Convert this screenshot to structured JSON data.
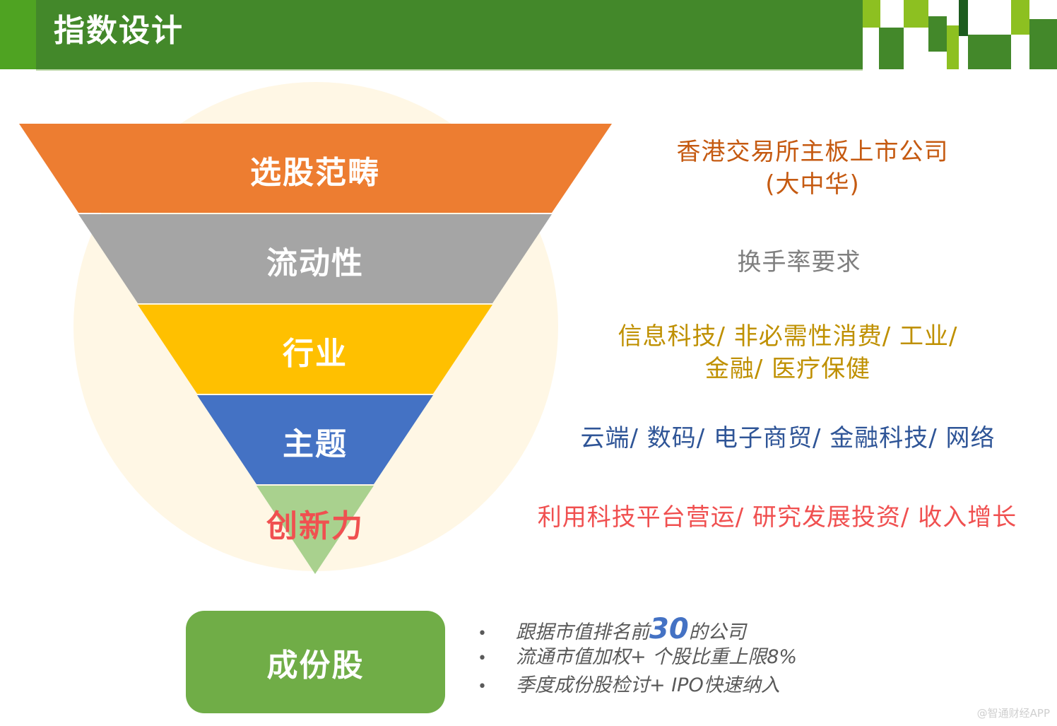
{
  "header": {
    "title": "指数设计",
    "colors": {
      "band": "#43882a",
      "accent": "#4fa322",
      "light": "#8dc021",
      "darkest": "#1d5c1f"
    }
  },
  "funnel": {
    "bands": [
      {
        "label": "选股范畴",
        "color": "#ed7d31",
        "label_color": "#ffffff"
      },
      {
        "label": "流动性",
        "color": "#a5a5a5",
        "label_color": "#ffffff"
      },
      {
        "label": "行业",
        "color": "#ffc000",
        "label_color": "#ffffff"
      },
      {
        "label": "主题",
        "color": "#4472c4",
        "label_color": "#ffffff"
      },
      {
        "label": "创新力",
        "color": "#a9d18e",
        "label_color": "#f05050"
      }
    ],
    "background_circle_color": "#fff7e5"
  },
  "descriptions": [
    {
      "lines": [
        "香港交易所主板上市公司",
        "(大中华)"
      ],
      "color": "#c55a11"
    },
    {
      "lines": [
        "换手率要求"
      ],
      "color": "#7f7f7f"
    },
    {
      "lines": [
        "信息科技/ 非必需性消费/ 工业/",
        "金融/ 医疗保健"
      ],
      "color": "#bf9000"
    },
    {
      "lines": [
        "云端/ 数码/ 电子商贸/ 金融科技/ 网络"
      ],
      "color": "#2f5597"
    },
    {
      "lines": [
        "利用科技平台营运/ 研究发展投资/ 收入增长"
      ],
      "color": "#f05050"
    }
  ],
  "constituents": {
    "label": "成份股",
    "color": "#70ad47",
    "bullets": [
      {
        "before": "跟据市值排名前",
        "highlight": "30",
        "after": "的公司"
      },
      {
        "before": "流通市值加权+ 个股比重上限8%",
        "highlight": "",
        "after": ""
      },
      {
        "before": "季度成份股检讨+ IPO快速纳入",
        "highlight": "",
        "after": ""
      }
    ],
    "bullet_char": "•"
  },
  "watermark": "@智通财经APP"
}
